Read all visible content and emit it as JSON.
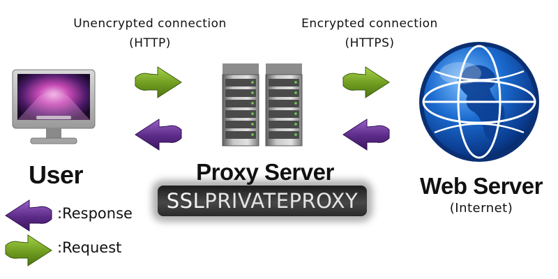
{
  "connections": {
    "left": {
      "line1": "Unencrypted connection",
      "line2": "(HTTP)"
    },
    "right": {
      "line1": "Encrypted connection",
      "line2": "(HTTPS)"
    }
  },
  "nodes": {
    "user": {
      "label": "User",
      "icon": "monitor-icon"
    },
    "proxy": {
      "label": "Proxy Server",
      "icon": "server-rack-icon"
    },
    "web": {
      "label": "Web Server",
      "sublabel": "(Internet)",
      "icon": "globe-icon"
    }
  },
  "watermark": {
    "prefix": "SSL",
    "text": "PRIVATEPROXY"
  },
  "legend": {
    "response": {
      "label": ":Response",
      "color": "#5b2a86"
    },
    "request": {
      "label": ":Request",
      "color": "#6e9a1e"
    }
  },
  "colors": {
    "request_arrow": "#6e9a1e",
    "response_arrow": "#5b2a86",
    "globe": "#1457b4"
  }
}
